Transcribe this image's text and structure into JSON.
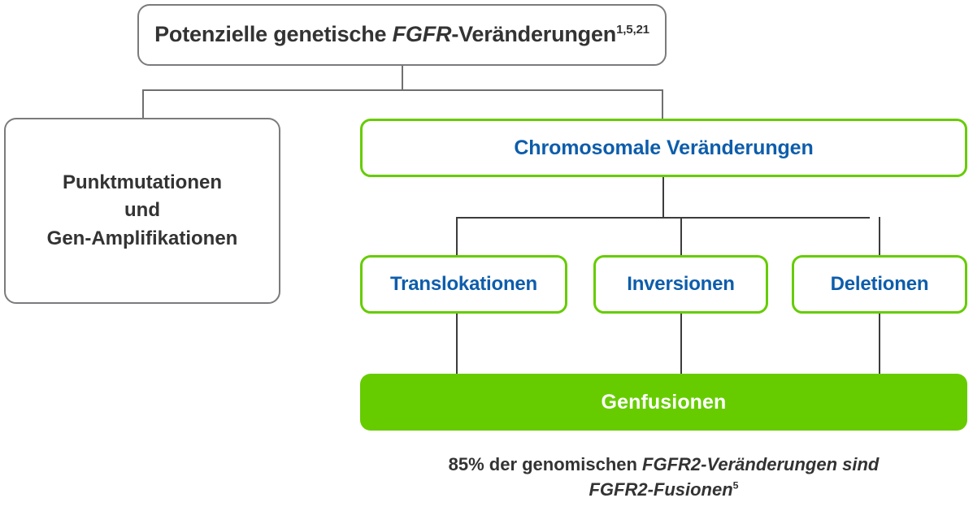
{
  "diagram": {
    "title_box": {
      "text_prefix": "Potenzielle genetische ",
      "gene": "FGFR",
      "text_suffix": "-Veränderungen",
      "superscript": "1,5,21",
      "full_text": "Potenzielle genetische FGFR-Veränderungen1,5,21"
    },
    "left_box": {
      "line1": "Punktmutationen",
      "line2": "und",
      "line3": "Gen-Amplifikationen"
    },
    "chromosomal_box": {
      "label": "Chromosomale Veränderungen"
    },
    "subtypes": [
      {
        "label": "Translokationen"
      },
      {
        "label": "Inversionen"
      },
      {
        "label": "Deletionen"
      }
    ],
    "fusion_box": {
      "label": "Genfusionen"
    },
    "caption": {
      "line1_prefix": "85% der genomischen ",
      "line1_gene": "FGFR2-Veränderungen sind",
      "line2_gene": "FGFR2-Fusionen",
      "line2_superscript": "5",
      "full_text": "85% der genomischen FGFR2-Veränderungen sind FGFR2-Fusionen5"
    }
  },
  "colors": {
    "green": "#66cc00",
    "blue": "#0d5dab",
    "gray_border": "#7b7b7d",
    "dark_text": "#333333",
    "connector": "#3c3c3c",
    "white": "#ffffff"
  }
}
